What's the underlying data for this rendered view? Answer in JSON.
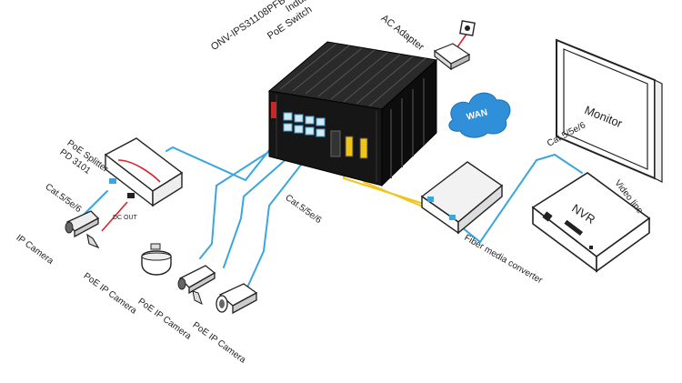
{
  "labels": {
    "switch_line1": "Industrial",
    "switch_line2": "PoE Switch",
    "switch_model": "ONV-IPS31108PFB",
    "ac_adapter": "AC Adapter",
    "wan": "WAN",
    "monitor": "Monitor",
    "nvr": "NVR",
    "video_line": "Video line",
    "cat_right": "Cat.5/5e/6",
    "cat_mid": "Cat.5/5e/6",
    "cat_left": "Cat.5/5e/6",
    "splitter_line1": "PoE Splitter",
    "splitter_line2": "PD 3101",
    "dc_out": "DC OUT",
    "ip_camera": "IP Camera",
    "poe_cam_1": "PoE IP Camera",
    "poe_cam_2": "PoE IP Camera",
    "poe_cam_3": "PoE IP Camera",
    "fiber_converter": "Fiber media converter"
  },
  "colors": {
    "ethernet_cable": "#3aa6dc",
    "fiber_cable": "#f0c419",
    "power_cable": "#d9232e",
    "device_dark": "#1a1a1a",
    "wan_cloud": "#2f8fd8"
  }
}
